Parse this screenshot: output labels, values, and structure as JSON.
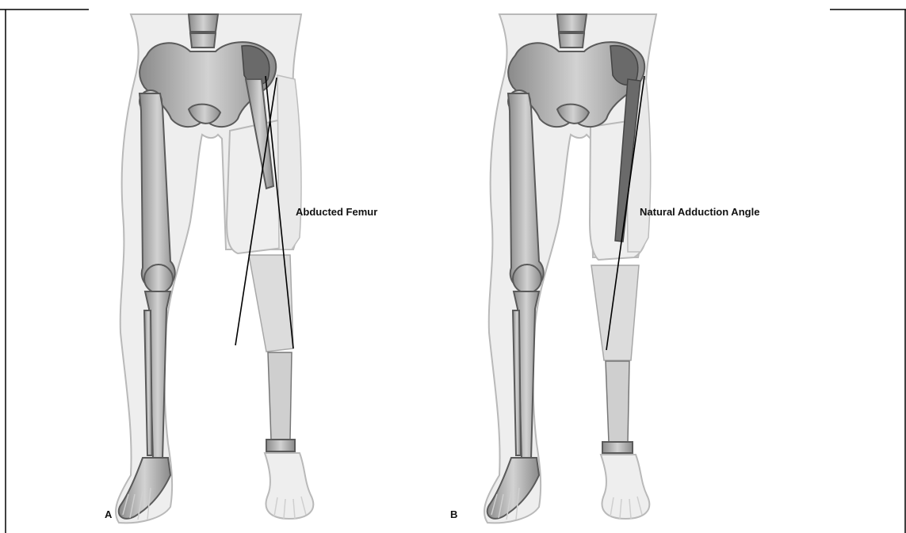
{
  "panels": [
    {
      "letter": "A",
      "caption": "Abducted Femur"
    },
    {
      "letter": "B",
      "caption": "Natural Adduction Angle"
    }
  ],
  "colors": {
    "border": "#000000",
    "skin": "#eeeeee",
    "bone": "#a8a8a8",
    "line": "#000000"
  }
}
